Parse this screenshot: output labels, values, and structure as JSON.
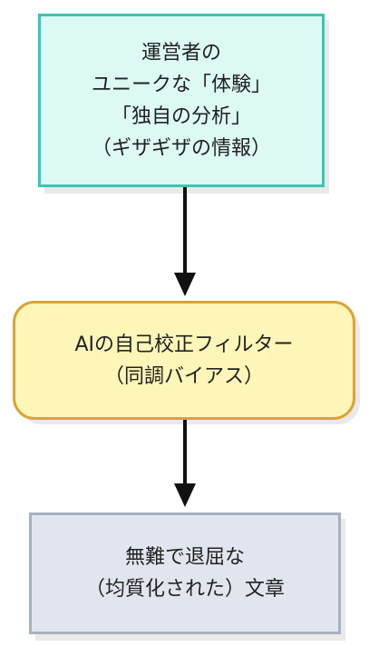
{
  "nodes": {
    "source": {
      "lines": [
        "運営者の",
        "ユニークな「体験」",
        "「独自の分析」",
        "（ギザギザの情報）"
      ]
    },
    "filter": {
      "lines": [
        "AIの自己校正フィルター",
        "（同調バイアス）"
      ]
    },
    "output": {
      "lines": [
        "無難で退屈な",
        "（均質化された）文章"
      ]
    }
  },
  "colors": {
    "source_fill": "#dcf9f4",
    "source_border": "#3fc3b0",
    "filter_fill": "#fdf6b8",
    "filter_border": "#d9a435",
    "output_fill": "#e1e6ee",
    "output_border": "#a6b0c1",
    "arrow": "#111111"
  }
}
